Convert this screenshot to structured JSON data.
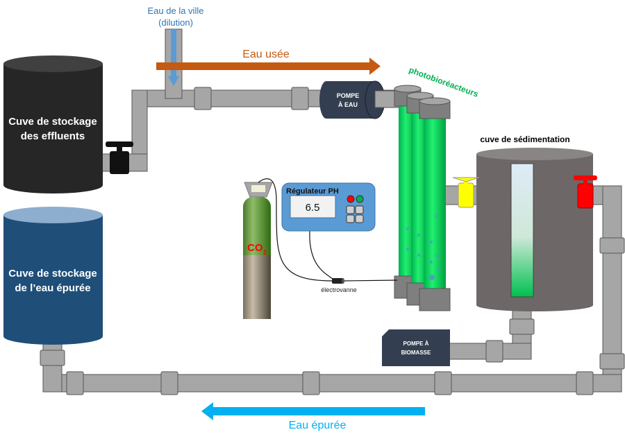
{
  "labels": {
    "city_water_line1": "Eau de la ville",
    "city_water_line2": "(dilution)",
    "waste_water": "Eau usée",
    "water_pump_line1": "POMPE",
    "water_pump_line2": "À EAU",
    "photobioreactors": "photobioréacteurs",
    "effluent_tank_line1": "Cuve de stockage",
    "effluent_tank_line2": "des effluents",
    "clean_tank_line1": "Cuve de stockage",
    "clean_tank_line2": "de l’eau épurée",
    "sedimentation": "cuve de sédimentation",
    "ph_regulator": "Régulateur PH",
    "ph_value": "6.5",
    "co2": "CO",
    "co2_sub": "2",
    "electrovalve": "électrovanne",
    "biomass_pump_line1": "POMPE À",
    "biomass_pump_line2": "BIOMASSE",
    "clean_water": "Eau épurée"
  },
  "colors": {
    "waste_arrow": "#c55a11",
    "clean_arrow": "#00b0f0",
    "city_text": "#2e75b6",
    "reactor_green": "#00e060",
    "photobio_text": "#00b050",
    "pump": "#333f50",
    "regulator": "#5b9bd5",
    "pipe": "#a6a6a6",
    "valve_yellow": "#ffff00",
    "valve_red": "#ff0000"
  }
}
